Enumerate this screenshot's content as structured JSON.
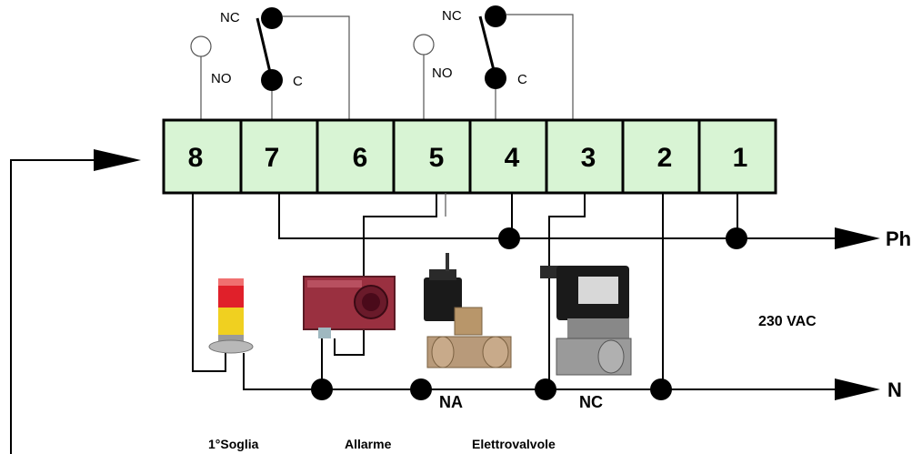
{
  "terminals": [
    "8",
    "7",
    "6",
    "5",
    "4",
    "3",
    "2",
    "1"
  ],
  "relay1": {
    "nc": "NC",
    "no": "NO",
    "c": "C"
  },
  "relay2": {
    "nc": "NC",
    "no": "NO",
    "c": "C"
  },
  "bus": {
    "phase": "Ph",
    "neutral": "N",
    "voltage": "230 VAC"
  },
  "valves": {
    "na": "NA",
    "nc": "NC"
  },
  "captions": {
    "threshold": "1°Soglia",
    "alarm": "Allarme",
    "valves": "Elettrovalvole"
  },
  "colors": {
    "terminal_fill": "#d8f4d4",
    "lamp_red": "#e0202a",
    "lamp_yellow": "#f0d020",
    "siren_body": "#9a3040"
  }
}
